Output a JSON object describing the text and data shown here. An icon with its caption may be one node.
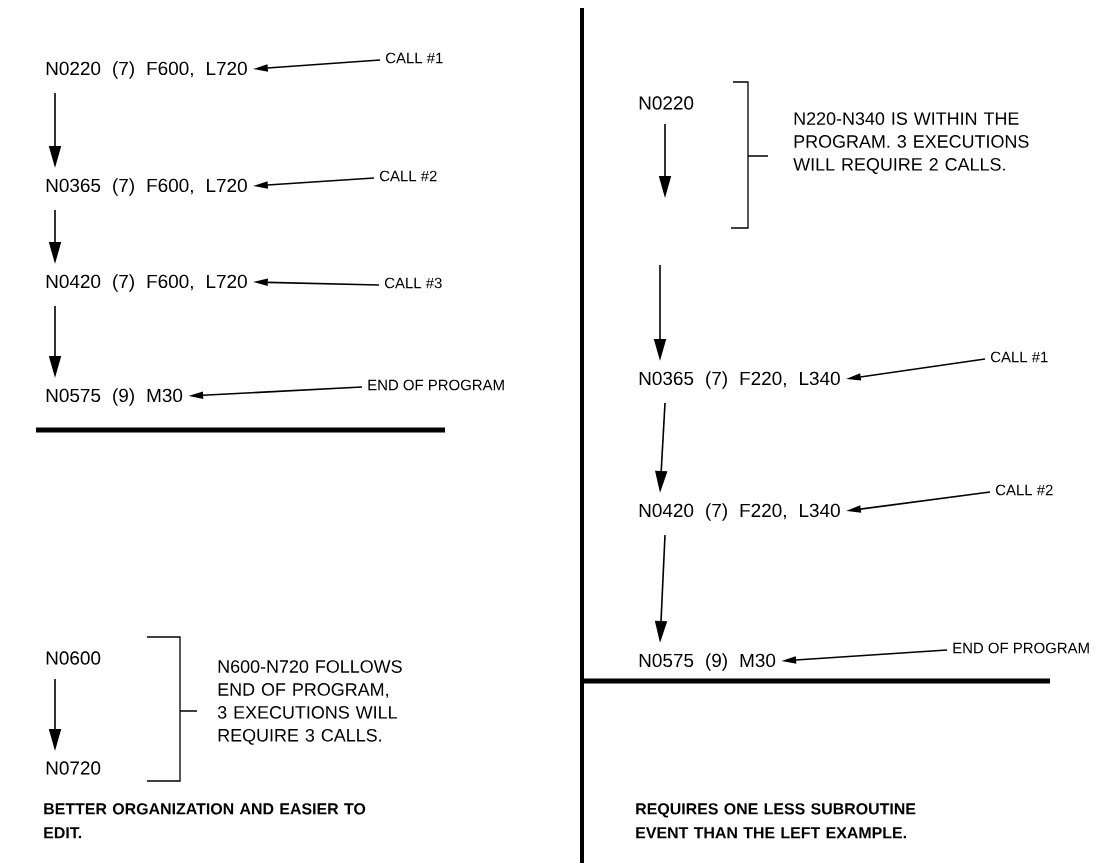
{
  "diagram": {
    "nodes": [
      {
        "text": [
          "N0220 (7) F600, L720"
        ]
      },
      {
        "text": [
          "CALL #1"
        ]
      },
      {
        "text": [
          "N0365 (7) F600, L720"
        ]
      },
      {
        "text": [
          "CALL #2"
        ]
      },
      {
        "text": [
          "N0420 (7) F600, L720"
        ]
      },
      {
        "text": [
          "CALL #3"
        ]
      },
      {
        "text": [
          "N0575 (9) M30"
        ]
      },
      {
        "text": [
          "END OF PROGRAM"
        ]
      },
      {
        "text": [
          "N0600"
        ]
      },
      {
        "text": [
          "N0720"
        ]
      },
      {
        "text": [
          "N600-N720 FOLLOWS END OF PROGRAM, 3 EXECUTIONS WILL REQUIRE 3 CALLS."
        ]
      },
      {
        "text": [
          "N0220"
        ]
      },
      {
        "text": [
          "N220-N340 IS WITHIN THE PROGRAM. 3 EXECUTIONS WILL REQUIRE 2 CALLS."
        ]
      },
      {
        "text": [
          "N0365 (7) F220, L340"
        ]
      },
      {
        "text": [
          "CALL #1"
        ]
      },
      {
        "text": [
          "N0420 (7) F220, L340"
        ]
      },
      {
        "text": [
          "CALL #2"
        ]
      },
      {
        "text": [
          "N0575 (9) M30"
        ]
      },
      {
        "text": [
          "END OF PROGRAM"
        ]
      }
    ],
    "edges": [
      {
        "from": 0,
        "to": 2,
        "arrow": "to"
      },
      {
        "from": 2,
        "to": 4,
        "arrow": "to"
      },
      {
        "from": 4,
        "to": 6,
        "arrow": "to"
      },
      {
        "from": 1,
        "to": 0,
        "arrow": "to"
      },
      {
        "from": 3,
        "to": 2,
        "arrow": "to"
      },
      {
        "from": 5,
        "to": 4,
        "arrow": "to"
      },
      {
        "from": 7,
        "to": 6,
        "arrow": "to"
      },
      {
        "from": 8,
        "to": 9,
        "arrow": "to"
      },
      {
        "from": 11,
        "to": null,
        "arrow": "to"
      },
      {
        "from": null,
        "to": 13,
        "arrow": "to"
      },
      {
        "from": 13,
        "to": 15,
        "arrow": "to"
      },
      {
        "from": 15,
        "to": 17,
        "arrow": "to"
      },
      {
        "from": 14,
        "to": 13,
        "arrow": "to"
      },
      {
        "from": 16,
        "to": 15,
        "arrow": "to"
      },
      {
        "from": 18,
        "to": 17,
        "arrow": "to"
      }
    ],
    "labels": [
      "BETTER ORGANIZATION AND EASIER TO EDIT.",
      "REQUIRES ONE LESS SUBROUTINE EVENT THAN THE LEFT EXAMPLE."
    ]
  }
}
